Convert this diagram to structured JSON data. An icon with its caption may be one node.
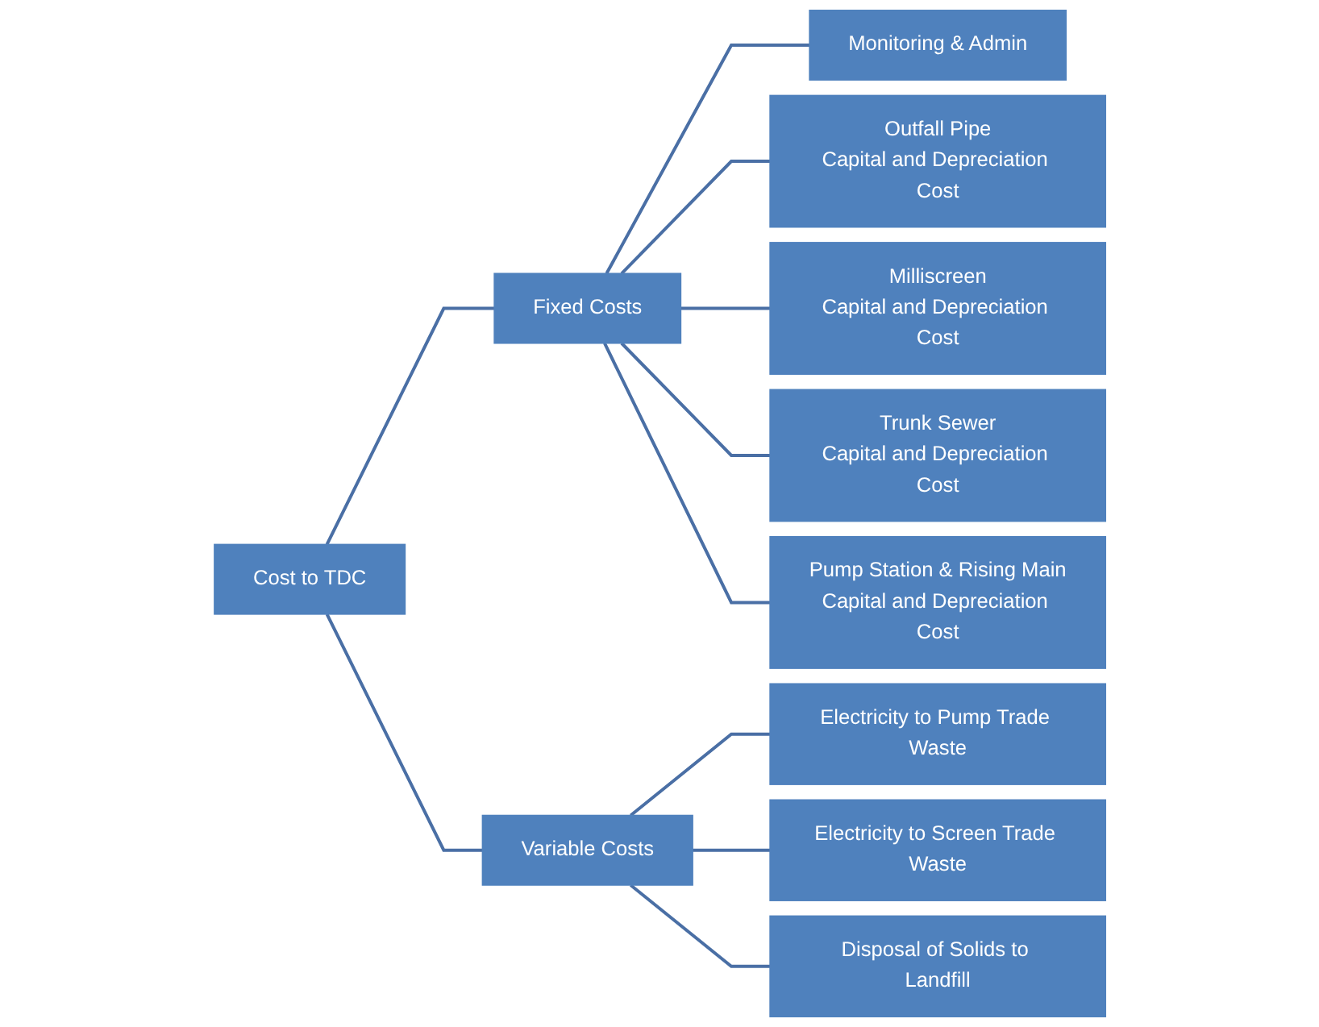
{
  "diagram": {
    "nodes": [
      {
        "text": [
          "Cost to TDC"
        ]
      },
      {
        "text": [
          "Fixed Costs"
        ]
      },
      {
        "text": [
          "Variable Costs"
        ]
      },
      {
        "text": [
          "Monitoring & Admin"
        ]
      },
      {
        "text": [
          "Outfall Pipe",
          "Capital and Depreciation Cost"
        ]
      },
      {
        "text": [
          "Milliscreen",
          "Capital and Depreciation Cost"
        ]
      },
      {
        "text": [
          "Trunk Sewer",
          "Capital and Depreciation Cost"
        ]
      },
      {
        "text": [
          "Pump Station & Rising Main",
          "Capital and Depreciation Cost"
        ]
      },
      {
        "text": [
          "Electricity to Pump Trade Waste"
        ]
      },
      {
        "text": [
          "Electricity to Screen Trade Waste"
        ]
      },
      {
        "text": [
          "Disposal of Solids to Landfill"
        ]
      }
    ],
    "edges": [
      {
        "from": 0,
        "to": 1,
        "arrow": "none"
      },
      {
        "from": 0,
        "to": 2,
        "arrow": "none"
      },
      {
        "from": 1,
        "to": 3,
        "arrow": "none"
      },
      {
        "from": 1,
        "to": 4,
        "arrow": "none"
      },
      {
        "from": 1,
        "to": 5,
        "arrow": "none"
      },
      {
        "from": 1,
        "to": 6,
        "arrow": "none"
      },
      {
        "from": 1,
        "to": 7,
        "arrow": "none"
      },
      {
        "from": 2,
        "to": 8,
        "arrow": "none"
      },
      {
        "from": 2,
        "to": 9,
        "arrow": "none"
      },
      {
        "from": 2,
        "to": 10,
        "arrow": "none"
      }
    ]
  }
}
